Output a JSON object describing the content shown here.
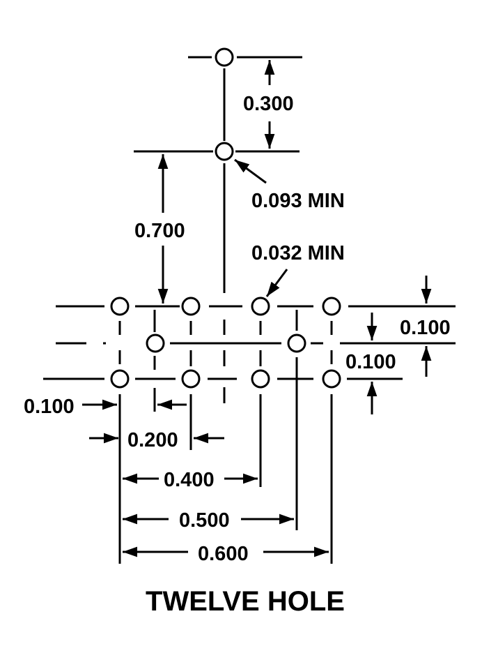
{
  "title": "TWELVE HOLE",
  "callouts": {
    "top_pitch": "0.300",
    "large_hole_dia": "0.093 MIN",
    "vertical_offset": "0.700",
    "small_hole_dia": "0.032 MIN",
    "right_upper_pitch": "0.100",
    "right_lower_pitch": "0.100",
    "left_offset": "0.100",
    "pitch_200": "0.200",
    "pitch_400": "0.400",
    "pitch_500": "0.500",
    "pitch_600": "0.600"
  }
}
